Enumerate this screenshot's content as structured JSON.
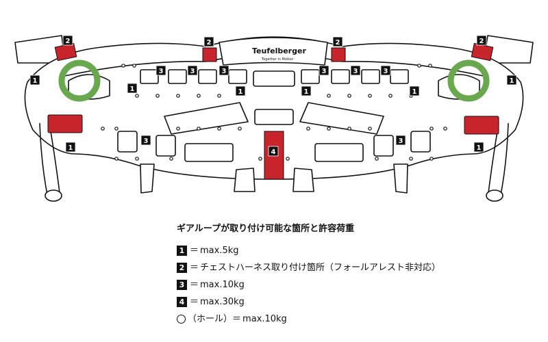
{
  "brand": {
    "name": "Teufelberger",
    "tagline": "Together in Motion"
  },
  "colors": {
    "red": "#c8242b",
    "green": "#6aa84f",
    "ink": "#111111"
  },
  "markers": [
    "1",
    "2",
    "3",
    "4"
  ],
  "legend": {
    "title": "ギアループが取り付け可能な箇所と許容荷重",
    "eq": "＝",
    "items": [
      {
        "badge": "1",
        "text": "max.5kg"
      },
      {
        "badge": "2",
        "text": "チェストハーネス取り付け箇所（フォールアレスト非対応）"
      },
      {
        "badge": "3",
        "text": "max.10kg"
      },
      {
        "badge": "4",
        "text": "max.30kg"
      }
    ],
    "hole": {
      "label": "（ホール）",
      "text": "max.10kg"
    }
  }
}
